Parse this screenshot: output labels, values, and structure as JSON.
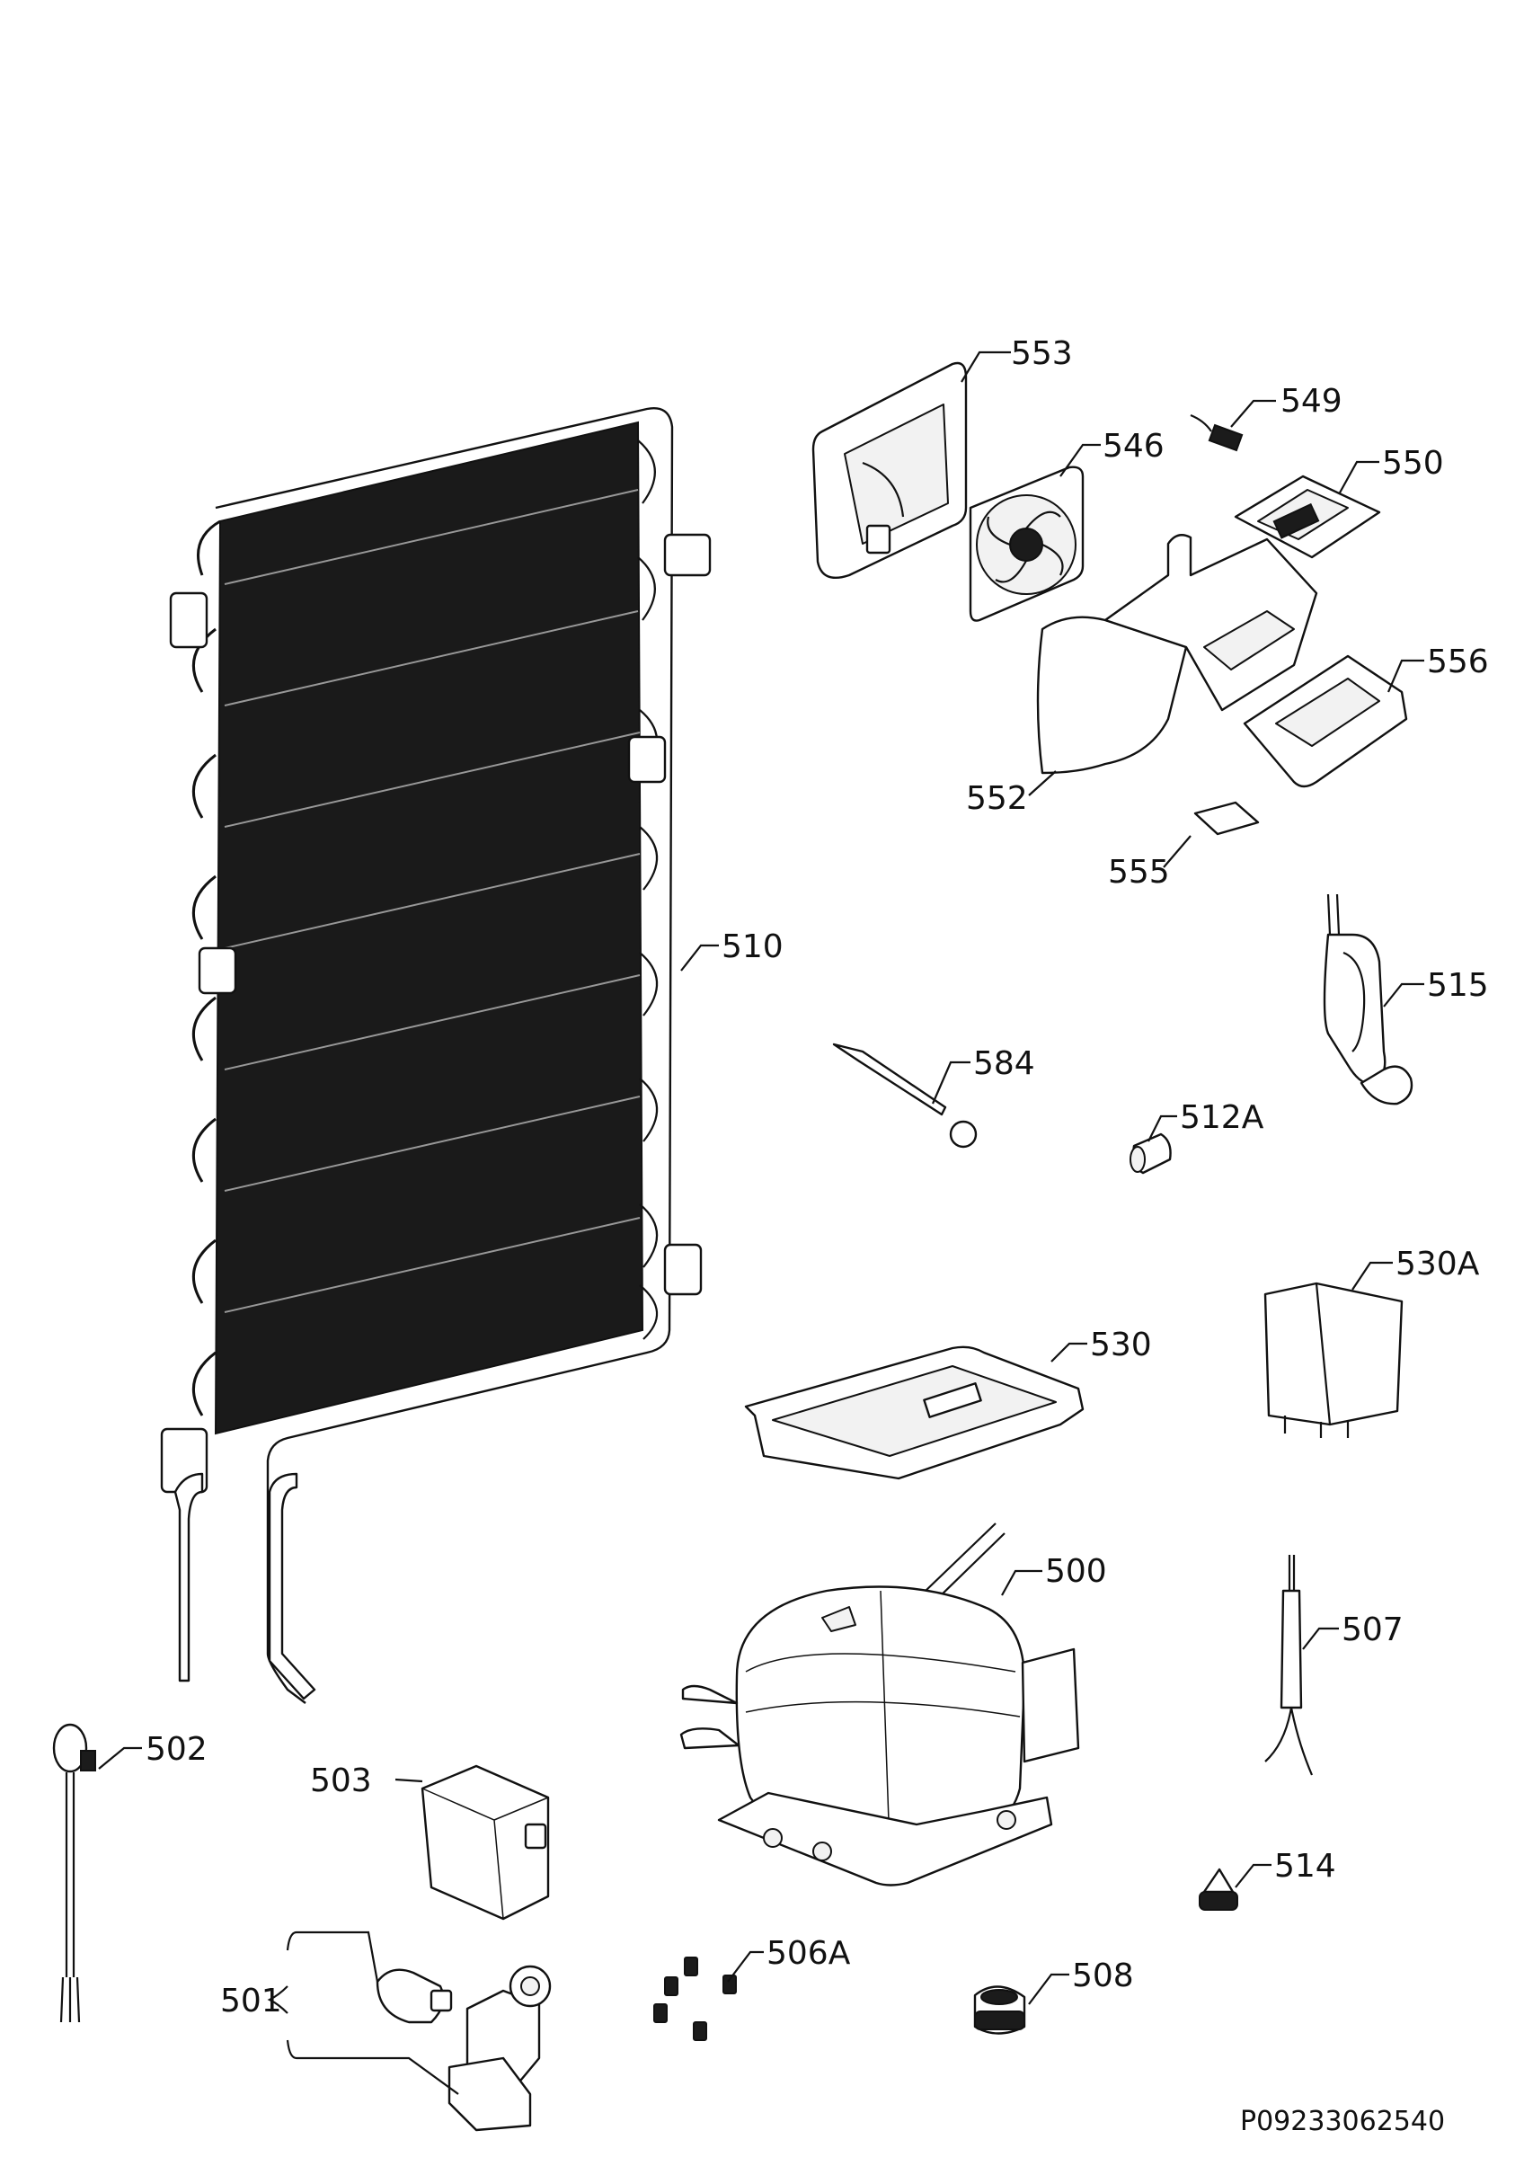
{
  "drawing_code": "P09233062540",
  "labels": {
    "l553": "553",
    "l549": "549",
    "l546": "546",
    "l550": "550",
    "l556": "556",
    "l552": "552",
    "l555": "555",
    "l510": "510",
    "l515": "515",
    "l584": "584",
    "l512A": "512A",
    "l530A": "530A",
    "l530": "530",
    "l500": "500",
    "l507": "507",
    "l502": "502",
    "l503": "503",
    "l514": "514",
    "l506A": "506A",
    "l508": "508",
    "l501": "501"
  }
}
